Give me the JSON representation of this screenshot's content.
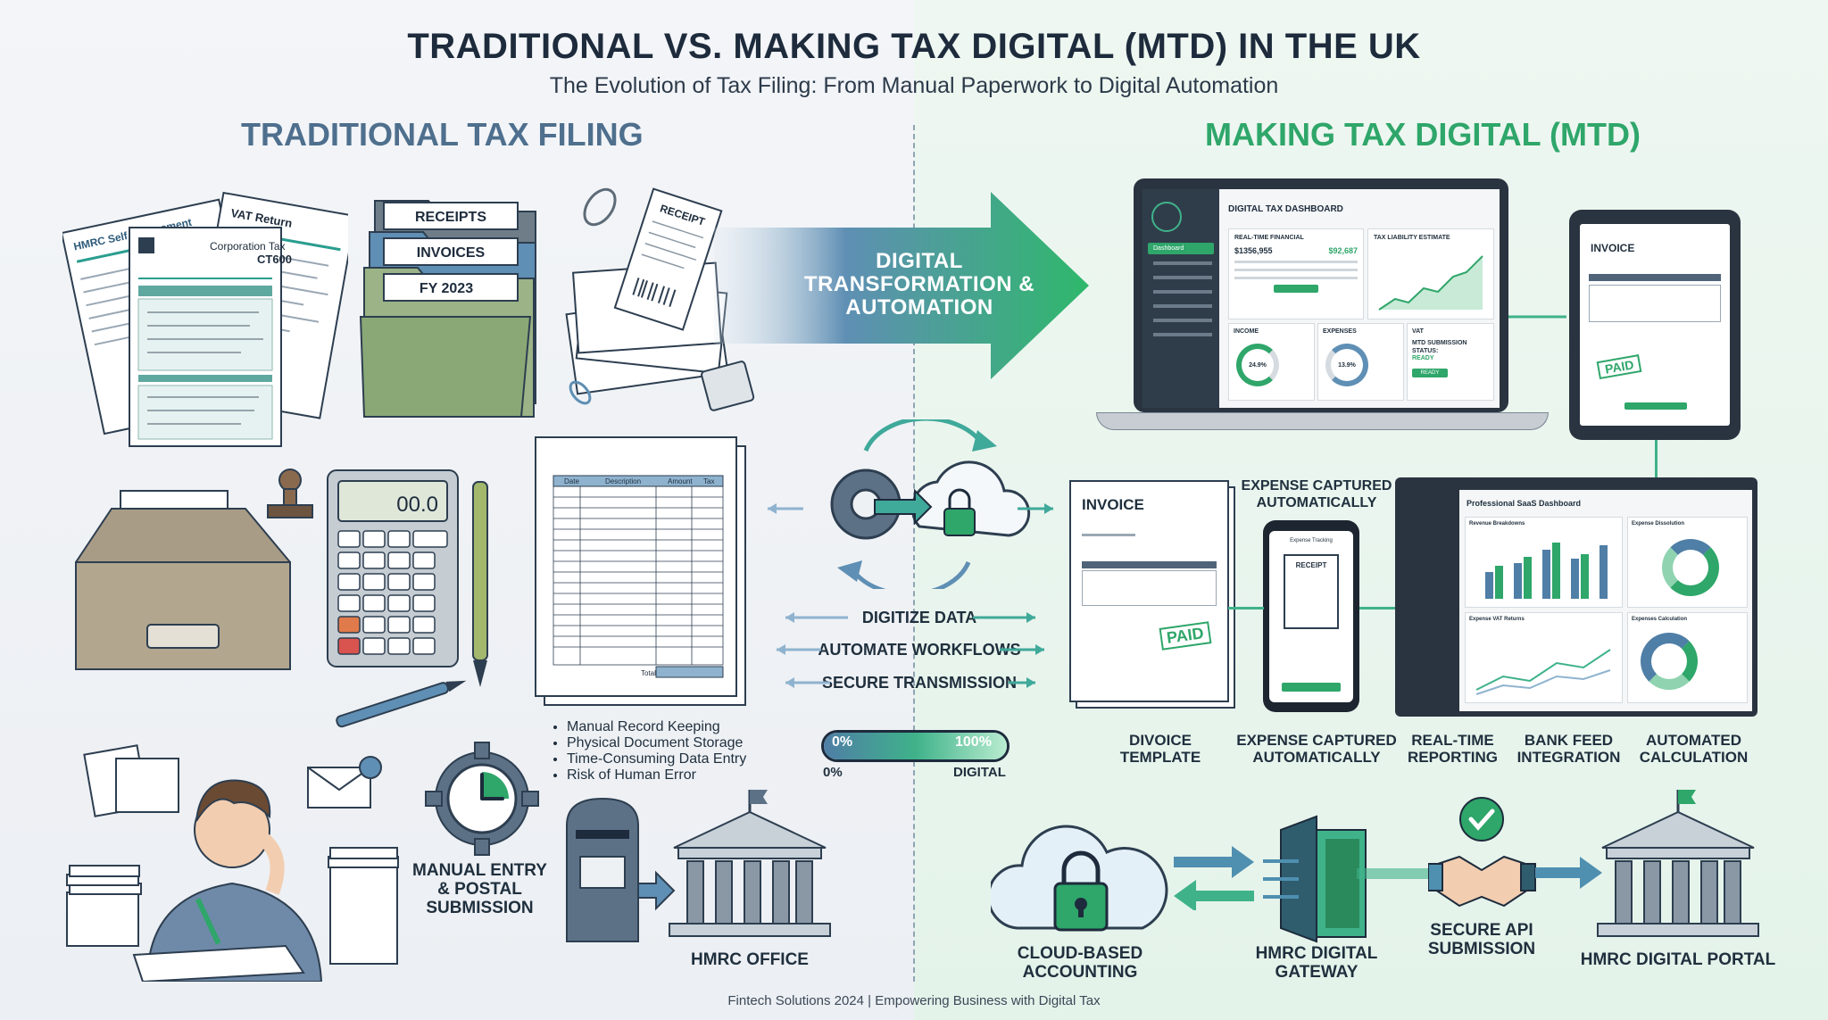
{
  "header": {
    "title": "TRADITIONAL VS. MAKING TAX DIGITAL (MTD) IN THE UK",
    "subtitle": "The Evolution of Tax Filing: From Manual Paperwork to Digital Automation"
  },
  "left": {
    "heading": "TRADITIONAL TAX FILING",
    "forms": {
      "self_assessment": "HMRC Self Assessment",
      "vat_return": "VAT Return",
      "corp_tax": "Corporation Tax",
      "corp_tax_code": "CT600"
    },
    "folders": [
      "RECEIPTS",
      "INVOICES",
      "FY 2023"
    ],
    "receipt_label": "RECEIPT",
    "calculator_display": "00.0",
    "ledger_headers": [
      "Date",
      "Description",
      "Amount",
      "Tax"
    ],
    "ledger_total_label": "Total",
    "bullets": [
      "Manual Record Keeping",
      "Physical Document Storage",
      "Time-Consuming Data Entry",
      "Risk of Human Error"
    ],
    "manual_entry_label": "MANUAL ENTRY & POSTAL SUBMISSION",
    "hmrc_office_label": "HMRC OFFICE"
  },
  "middle": {
    "arrow_text": "DIGITAL TRANSFORMATION & AUTOMATION",
    "steps": [
      "DIGITIZE DATA",
      "AUTOMATE WORKFLOWS",
      "SECURE TRANSMISSION"
    ],
    "progress": {
      "start_label": "0%",
      "end_label": "100%",
      "below_start": "0%",
      "below_end": "DIGITAL",
      "value": 1.0
    }
  },
  "right": {
    "heading": "MAKING TAX DIGITAL (MTD)",
    "laptop": {
      "dashboard_title": "DIGITAL TAX DASHBOARD",
      "realtime_label": "REAL-TIME FINANCIAL",
      "realtime_value_a": "$1356,955",
      "realtime_value_b": "$92,687",
      "liability_label": "TAX LIABILITY ESTIMATE",
      "income_label": "INCOME",
      "income_pct": "24.9%",
      "expenses_label": "EXPENSES",
      "expenses_pct": "13.9%",
      "vat_label": "VAT",
      "mtd_status": "MTD SUBMISSION STATUS:",
      "mtd_status_value": "READY",
      "ready_button": "READY",
      "sidebar_first": "Dashboard"
    },
    "tablet": {
      "invoice_label": "INVOICE",
      "paid_stamp": "PAID"
    },
    "invoice_doc": {
      "title": "INVOICE",
      "paid_stamp": "PAID"
    },
    "phone": {
      "caption_top": "EXPENSE CAPTURED AUTOMATICALLY",
      "screen_title": "Expense Tracking",
      "receipt_label": "RECEIPT"
    },
    "saas": {
      "title": "Professional SaaS Dashboard",
      "panel_revenue": "Revenue Breakdowns",
      "panel_expense_dist": "Expense Dissolution",
      "panel_vat": "Expense VAT Returns",
      "panel_calc": "Expenses Calculation"
    },
    "feature_labels": [
      "DIVOICE TEMPLATE",
      "EXPENSE CAPTURED AUTOMATICALLY",
      "REAL-TIME REPORTING",
      "BANK FEED INTEGRATION",
      "AUTOMATED CALCULATION"
    ],
    "flow_labels": {
      "cloud": "CLOUD-BASED ACCOUNTING",
      "gateway": "HMRC DIGITAL GATEWAY",
      "api": "SECURE API SUBMISSION",
      "portal": "HMRC DIGITAL PORTAL"
    }
  },
  "footer": {
    "left": "Fintech Solutions 2024",
    "right": "Empowering Business with Digital Tax"
  },
  "colors": {
    "traditional_blue": "#4e6f8d",
    "digital_green": "#2fa66a",
    "dark_navy": "#1d2b3c"
  }
}
